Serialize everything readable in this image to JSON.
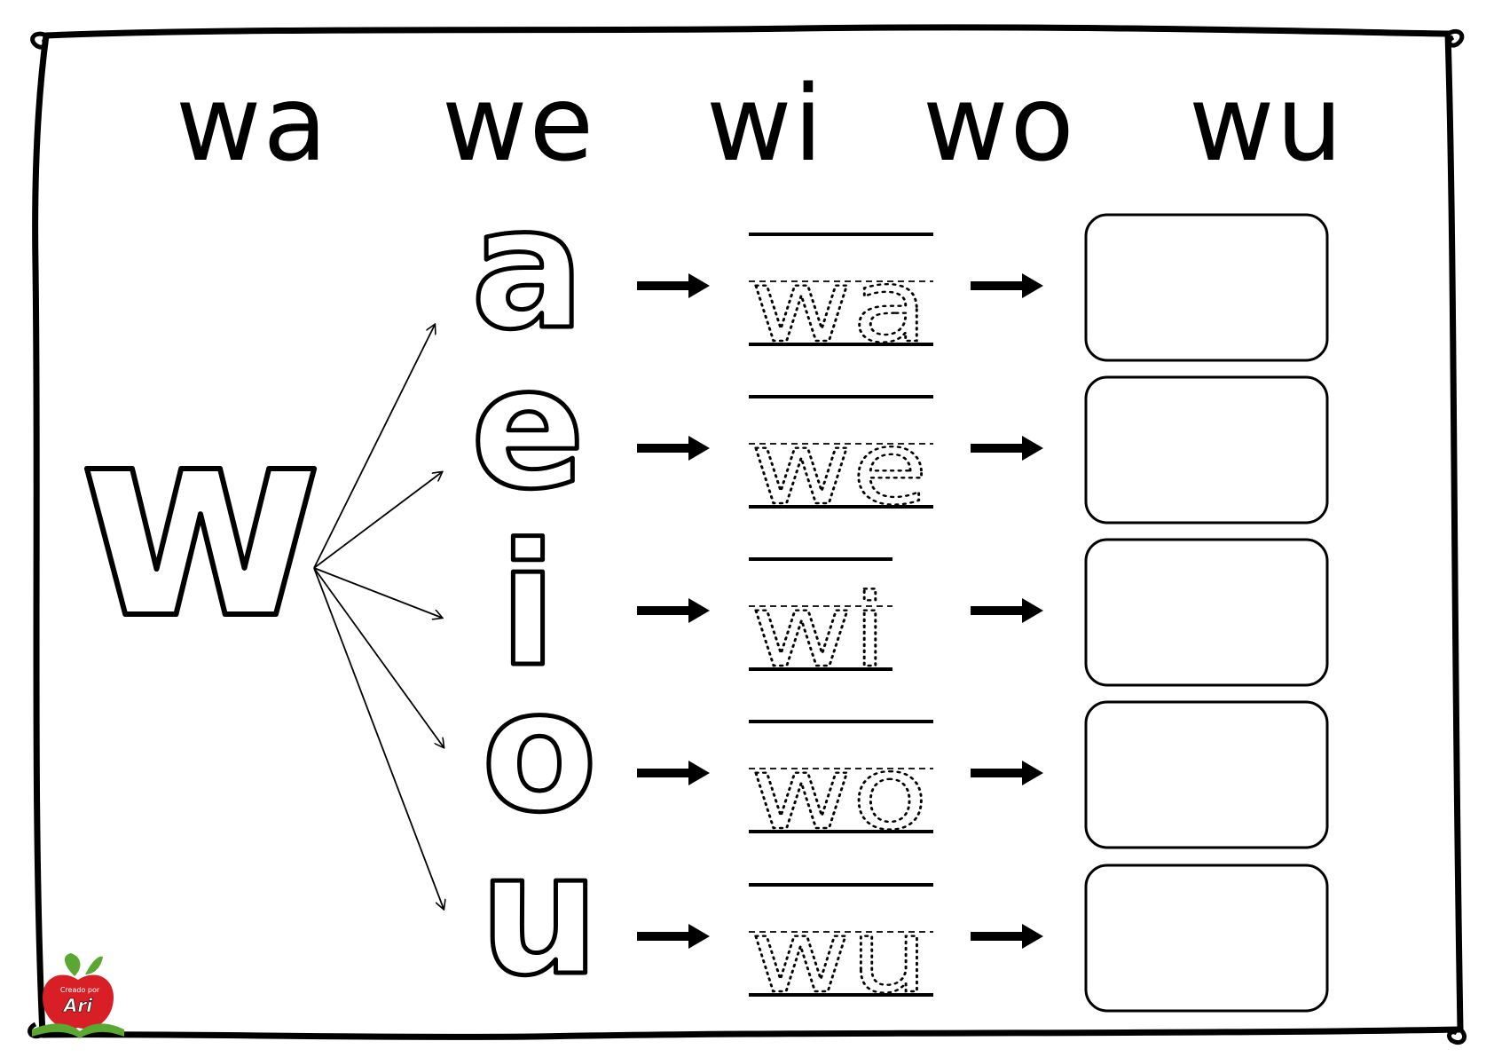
{
  "header_syllables": [
    "wa",
    "we",
    "wi",
    "wo",
    "wu"
  ],
  "consonant": "w",
  "vowels": [
    "a",
    "e",
    "i",
    "o",
    "u"
  ],
  "trace_words": [
    "wa",
    "we",
    "wi",
    "wo",
    "wu"
  ],
  "logo": {
    "small_text": "Creado por",
    "name": "Ari"
  },
  "colors": {
    "ink": "#000000",
    "logo_red": "#d81f26",
    "logo_green": "#5aa832"
  }
}
